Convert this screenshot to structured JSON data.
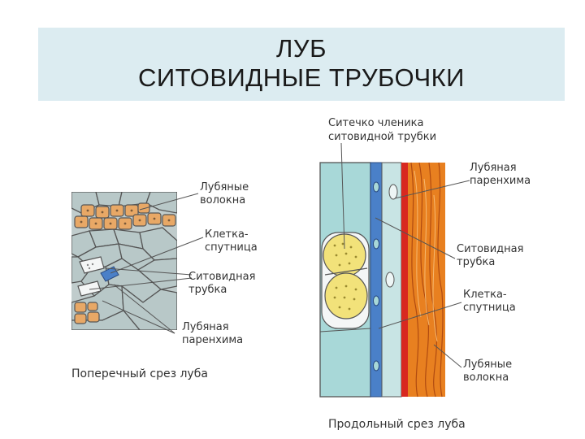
{
  "slide": {
    "title_line1": "ЛУБ",
    "title_line2": "СИТОВИДНЫЕ ТРУБОЧКИ"
  },
  "cross_section": {
    "caption": "Поперечный срез луба",
    "labels": {
      "fibers": [
        "Лубяные",
        "волокна"
      ],
      "companion": [
        "Клетка-",
        "спутница"
      ],
      "sieve_tube": [
        "Ситовидная",
        "трубка"
      ],
      "parenchyma": [
        "Лубяная",
        "паренхима"
      ]
    }
  },
  "longitudinal_section": {
    "caption": "Продольный срез луба",
    "labels": {
      "sieve_plate": [
        "Ситечко членика",
        "ситовидной трубки"
      ],
      "parenchyma": [
        "Лубяная",
        "паренхима"
      ],
      "sieve_tube": [
        "Ситовидная",
        "трубка"
      ],
      "companion": [
        "Клетка-",
        "спутница"
      ],
      "fibers": [
        "Лубяные",
        "волокна"
      ]
    }
  },
  "colors": {
    "title_band": "#dcecf1",
    "parenchyma_fill": "#b8c8c8",
    "fiber_fill": "#e8a866",
    "sieve_tube_fill": "#a8d8d8",
    "sieve_plate_fill": "#f2e27a",
    "companion_fill": "#4a80c8",
    "bast_red": "#d82820",
    "bast_orange": "#e88020",
    "outline": "#555555"
  }
}
